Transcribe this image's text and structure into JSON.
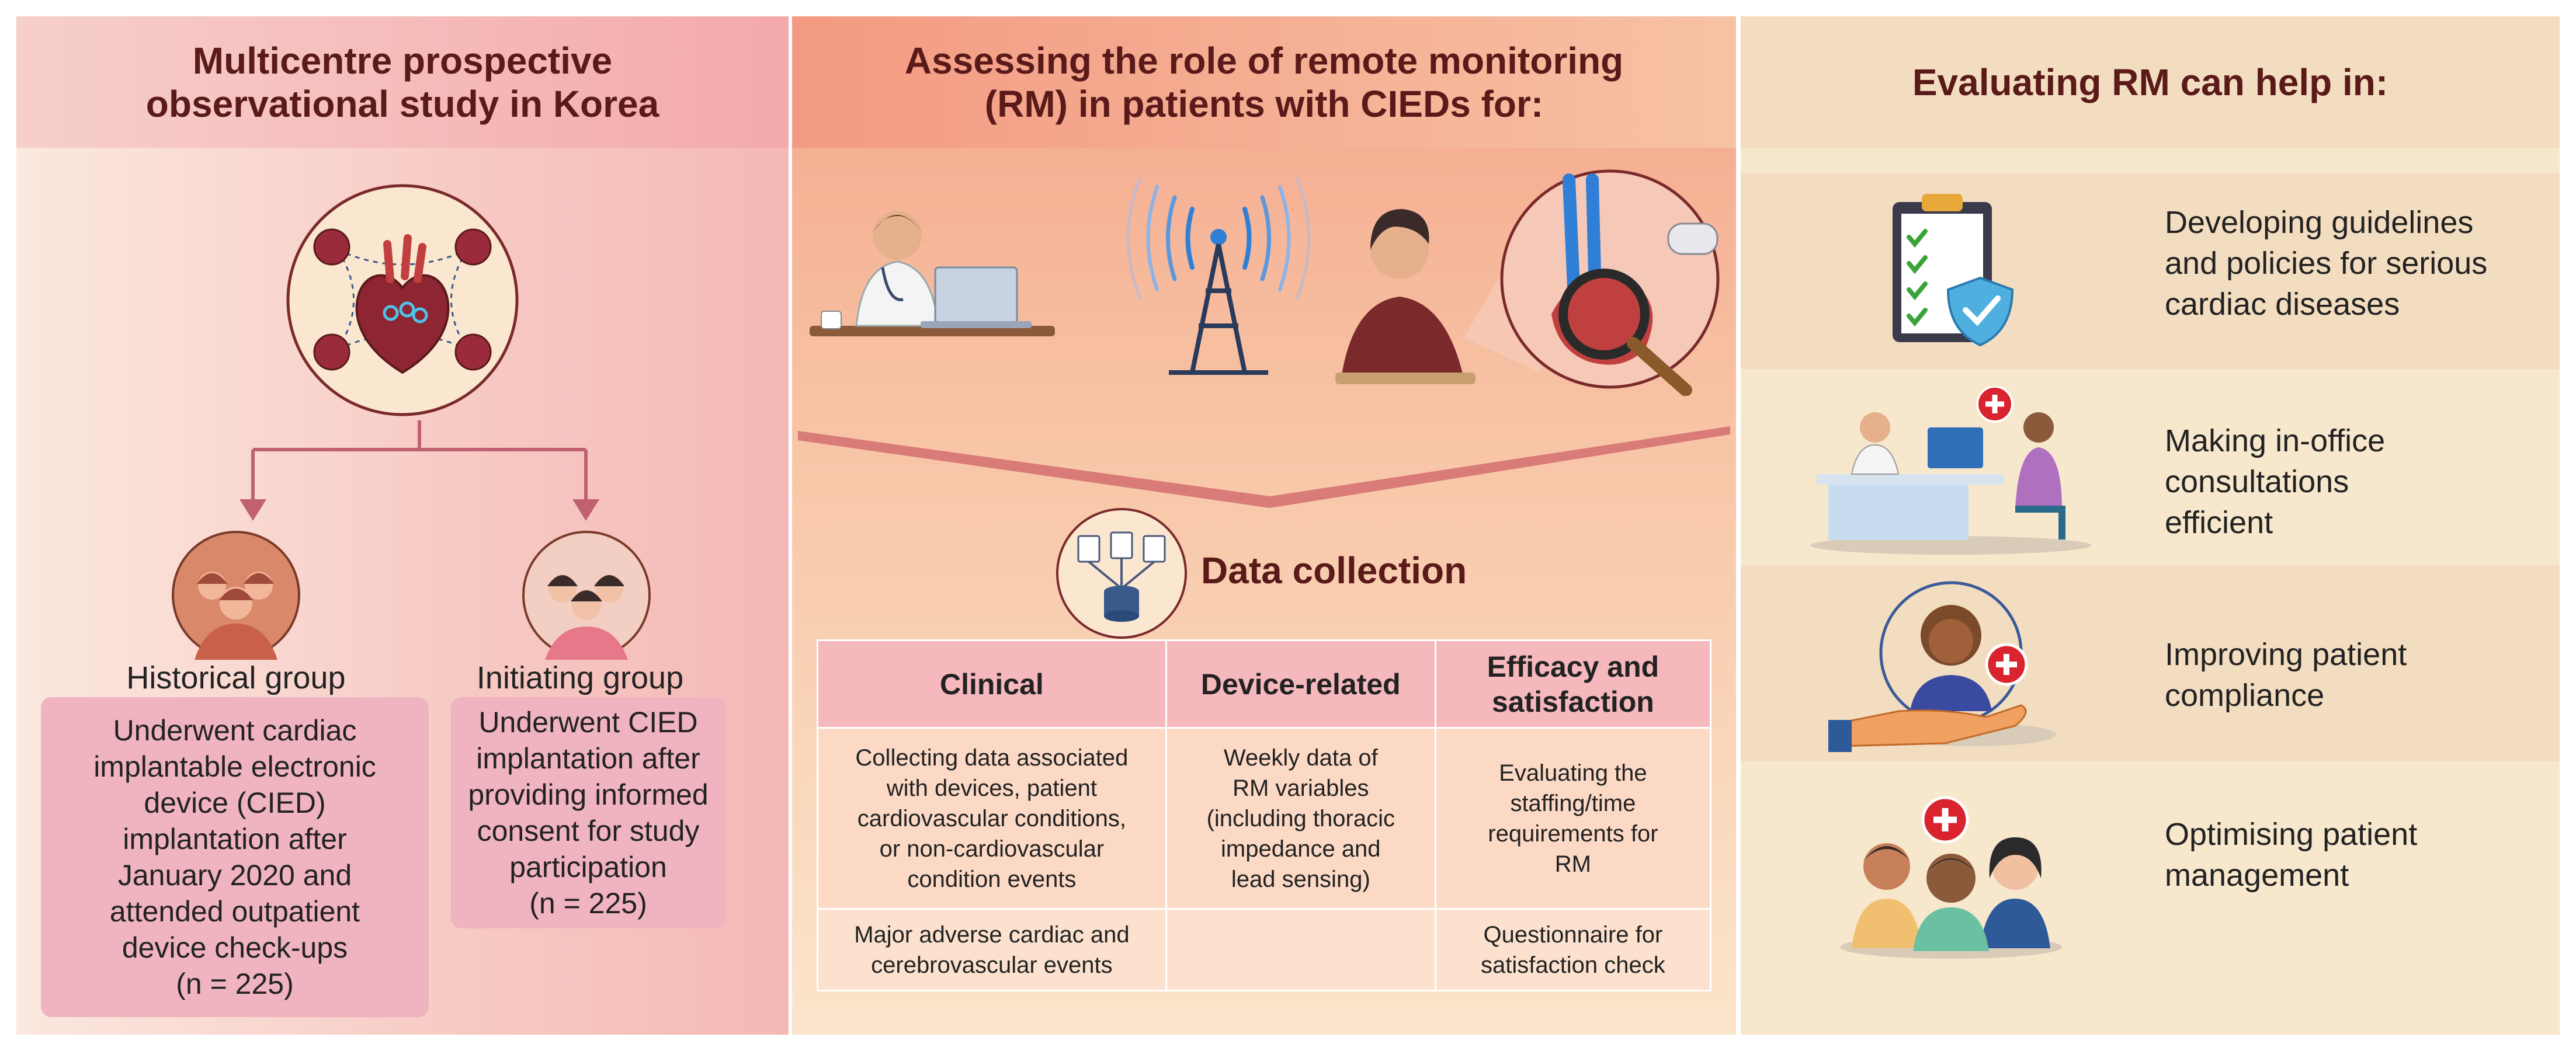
{
  "left_panel": {
    "title": "Multicentre prospective\nobservational study in Korea",
    "historical": {
      "label": "Historical group",
      "description": "Underwent cardiac\nimplantable electronic\ndevice (CIED)\nimplantation after\nJanuary 2020 and\nattended outpatient\ndevice check-ups\n(n = 225)"
    },
    "initiating": {
      "label": "Initiating group",
      "description": "Underwent CIED\nimplantation after\nproviding informed\nconsent for study\nparticipation\n(n = 225)"
    }
  },
  "middle_panel": {
    "title": "Assessing the role of remote monitoring\n(RM) in patients with CIEDs for:",
    "data_collection_label": "Data collection",
    "table": {
      "headers": [
        "Clinical",
        "Device-related",
        "Efficacy and\nsatisfaction"
      ],
      "rows": [
        [
          "Collecting data associated\nwith devices, patient\ncardiovascular conditions,\nor non-cardiovascular\ncondition events",
          "Weekly data of\nRM variables\n(including thoracic\nimpedance and\nlead sensing)",
          "Evaluating the\nstaffing/time\nrequirements for\nRM"
        ],
        [
          "Major adverse cardiac and\ncerebrovascular events",
          "",
          "Questionnaire for\nsatisfaction check"
        ]
      ]
    }
  },
  "right_panel": {
    "title": "Evaluating RM can help in:",
    "items": [
      {
        "text": "Developing guidelines\nand policies for serious\ncardiac diseases",
        "icon": "clipboard-checklist-shield-icon"
      },
      {
        "text": "Making in-office\nconsultations\nefficient",
        "icon": "doctor-patient-consultation-icon"
      },
      {
        "text": "Improving patient\ncompliance",
        "icon": "patient-hand-care-icon"
      },
      {
        "text": "Optimising patient\nmanagement",
        "icon": "patient-group-icon"
      }
    ]
  },
  "colors": {
    "title_text": "#5a1a1a",
    "left_box": "#f0b3c0",
    "table_header": "#f5b8bd",
    "right_band_alt": "#f3ddc0",
    "arrow": "#c06070",
    "accent_blue": "#2f7fd6",
    "medical_red": "#d9232f"
  }
}
